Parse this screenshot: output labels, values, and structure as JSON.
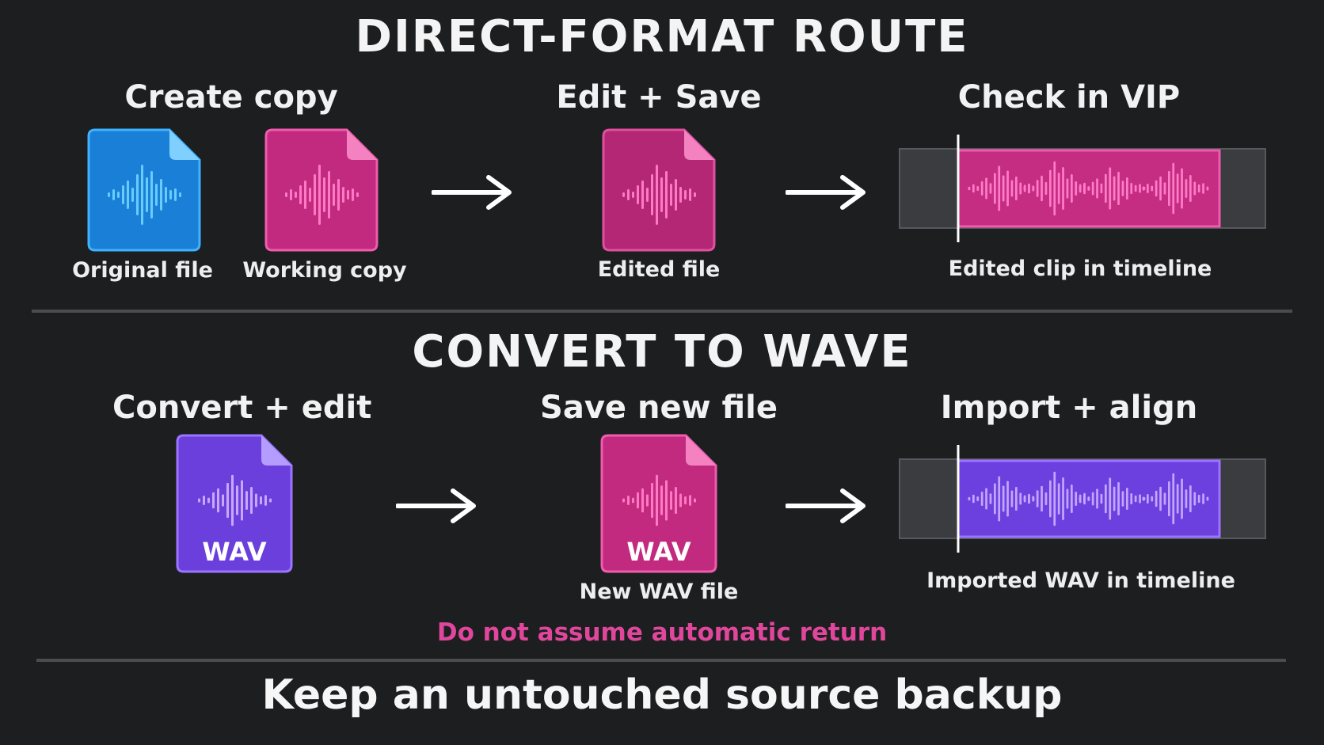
{
  "sections": {
    "direct": {
      "title": "DIRECT-FORMAT ROUTE",
      "steps": [
        {
          "label": "Create copy"
        },
        {
          "label": "Edit + Save"
        },
        {
          "label": "Check in VIP"
        }
      ],
      "captions": {
        "original": "Original file",
        "working": "Working copy",
        "edited": "Edited file",
        "timeline": "Edited clip in timeline"
      }
    },
    "convert": {
      "title": "CONVERT TO WAVE",
      "steps": [
        {
          "label": "Convert + edit"
        },
        {
          "label": "Save new file"
        },
        {
          "label": "Import + align"
        }
      ],
      "captions": {
        "new_wav": "New WAV file",
        "timeline": "Imported WAV in timeline"
      },
      "file_badge": "WAV",
      "warning": "Do not assume automatic return"
    }
  },
  "footer": "Keep an untouched source backup",
  "colors": {
    "background": "#1d1e20",
    "blue": "#1a7fd6",
    "pink": "#cf2b86",
    "purple": "#6a3fdc",
    "warning": "#e0479c",
    "divider": "#4a4c50"
  },
  "icons": [
    "audio-file-icon",
    "arrow-right-icon",
    "waveform-icon",
    "playhead-icon"
  ]
}
